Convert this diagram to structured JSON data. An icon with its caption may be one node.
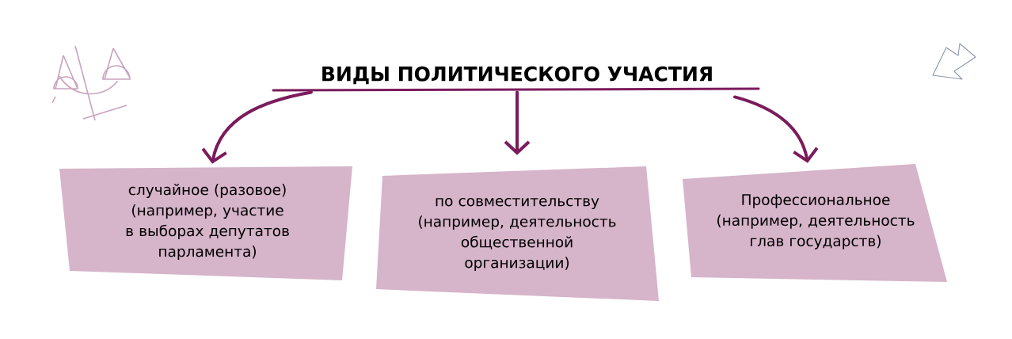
{
  "diagram": {
    "nodes": [
      {
        "text": [
          "ВИДЫ ПОЛИТИЧЕСКОГО УЧАСТИЯ"
        ]
      },
      {
        "text": [
          "случайное (разовое) (например, участие в выборах депутатов парламента)"
        ]
      },
      {
        "text": [
          "по совместительству (например, деятельность общественной организации)"
        ]
      },
      {
        "text": [
          "Профессиональное (например, деятельность глав государств)"
        ]
      }
    ],
    "edges": [
      {
        "from": 0,
        "to": 1,
        "arrow": "to"
      },
      {
        "from": 0,
        "to": 2,
        "arrow": "to"
      },
      {
        "from": 0,
        "to": 3,
        "arrow": "to"
      }
    ]
  }
}
